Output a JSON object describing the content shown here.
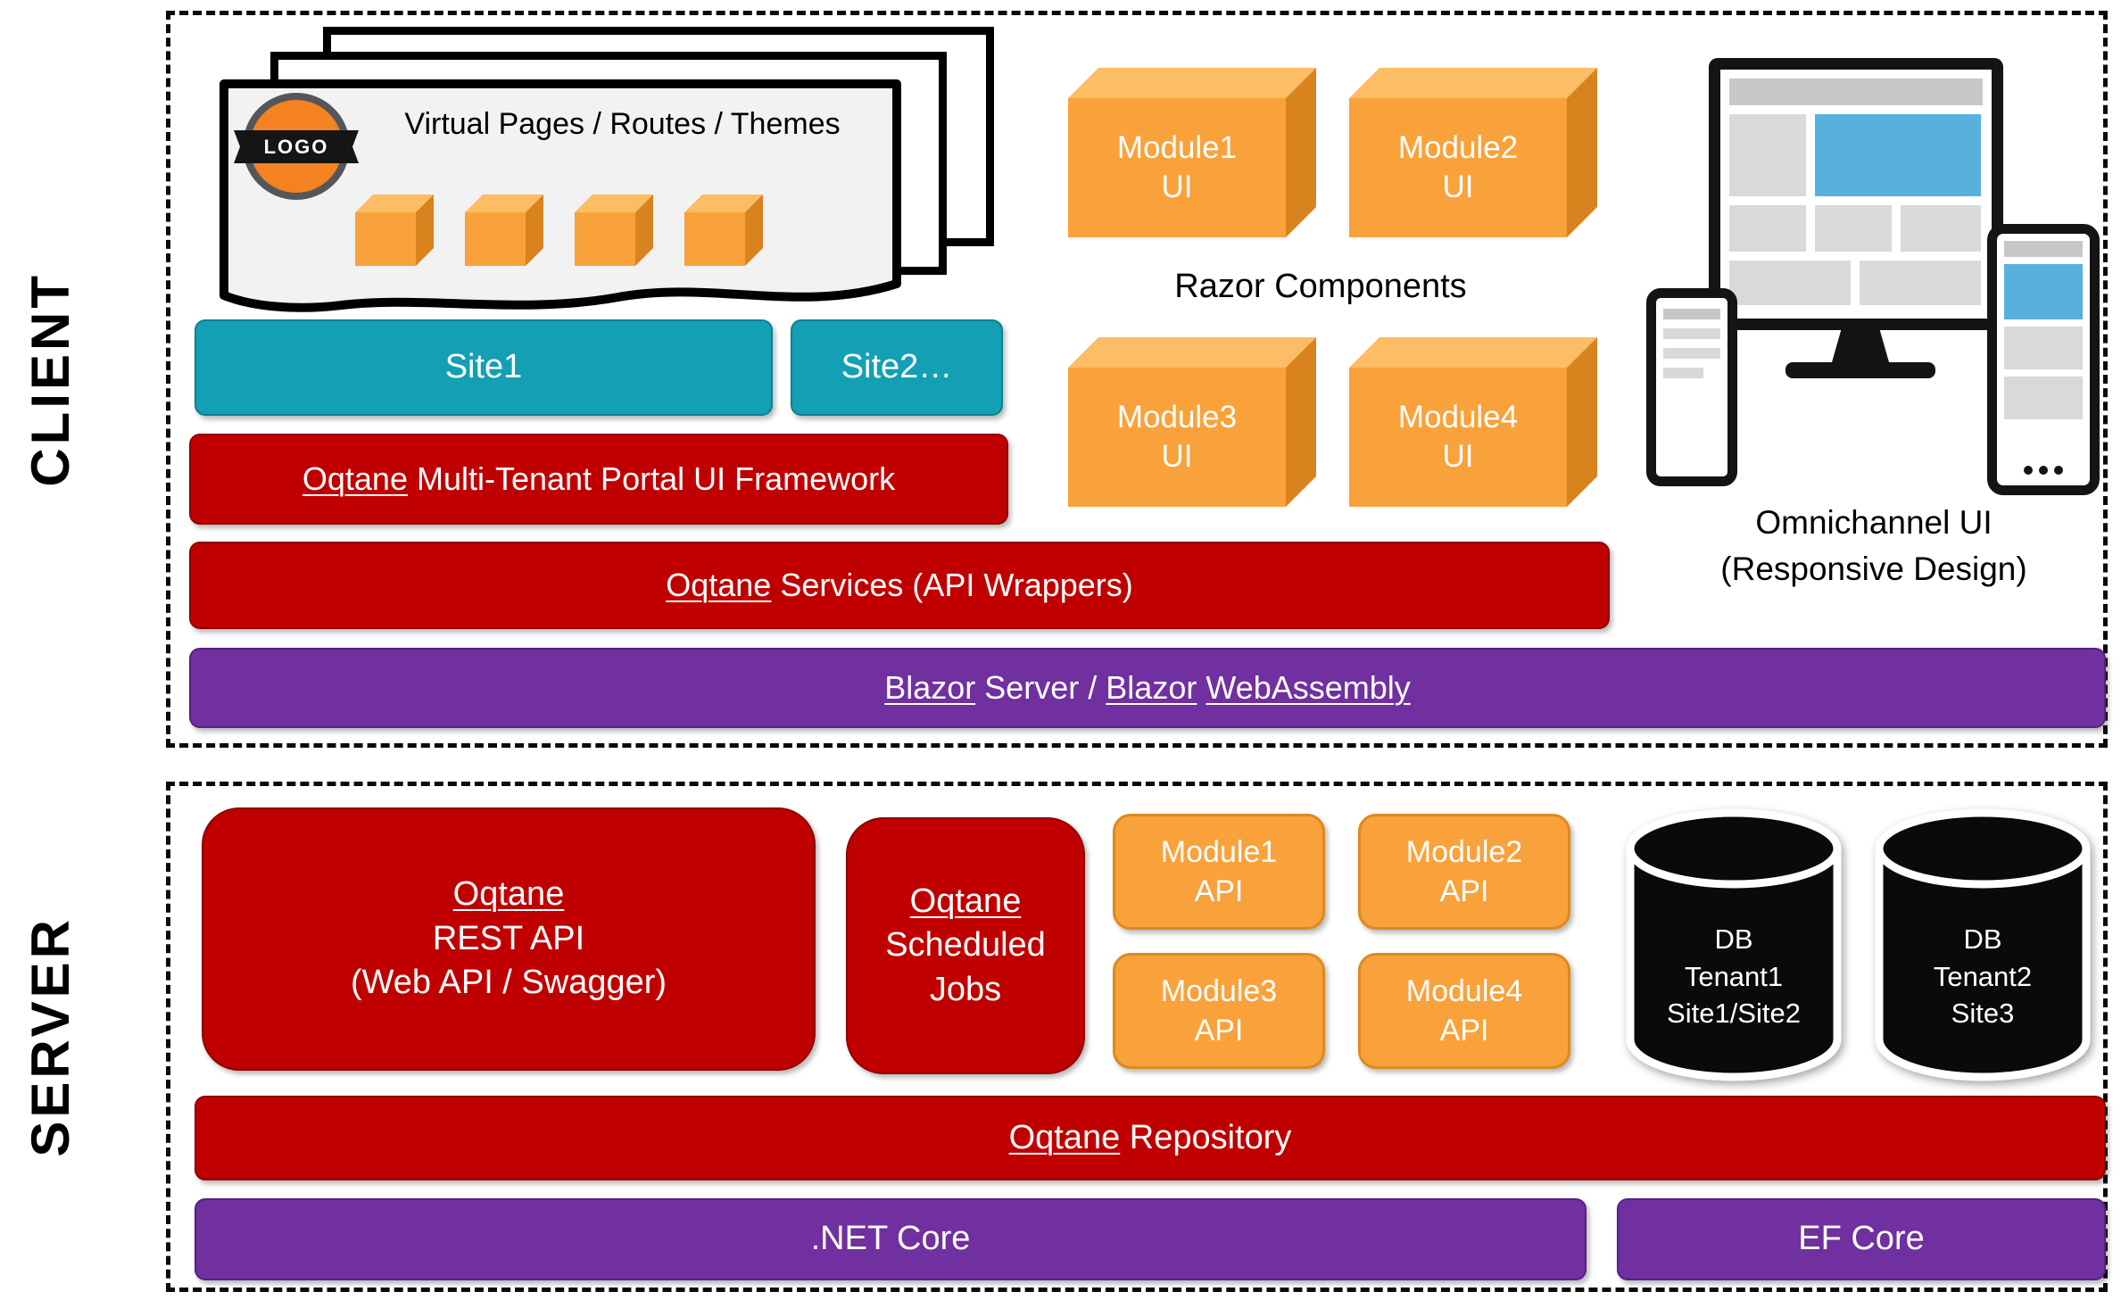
{
  "regions": {
    "client": "CLIENT",
    "server": "SERVER"
  },
  "client": {
    "virtual_pages": {
      "logo_text": "LOGO",
      "title": "Virtual Pages / Routes / Themes"
    },
    "site1_label": "Site1",
    "site2_label": "Site2…",
    "framework_segments": [
      {
        "t": "Oqtane",
        "u": true
      },
      {
        "t": " Multi-Tenant Portal UI Framework"
      }
    ],
    "services_segments": [
      {
        "t": "Oqtane",
        "u": true
      },
      {
        "t": " Services (API Wrappers)"
      }
    ],
    "blazor_segments": [
      {
        "t": "Blazor",
        "u": true
      },
      {
        "t": " Server / "
      },
      {
        "t": "Blazor",
        "u": true
      },
      {
        "t": " "
      },
      {
        "t": "WebAssembly",
        "u": true
      }
    ],
    "razor_components_label": "Razor Components",
    "module_ui": [
      "Module1\nUI",
      "Module2\nUI",
      "Module3\nUI",
      "Module4\nUI"
    ],
    "omnichannel": {
      "line1": "Omnichannel UI",
      "line2": "(Responsive Design)"
    }
  },
  "server": {
    "rest_api_segments": [
      {
        "t": "Oqtane",
        "u": true
      },
      {
        "t": "\nREST API\n(Web API / Swagger)"
      }
    ],
    "scheduled_jobs_segments": [
      {
        "t": "Oqtane",
        "u": true
      },
      {
        "t": "\nScheduled\nJobs"
      }
    ],
    "module_api": [
      "Module1\nAPI",
      "Module2\nAPI",
      "Module3\nAPI",
      "Module4\nAPI"
    ],
    "databases": [
      "DB\nTenant1\nSite1/Site2",
      "DB\nTenant2\nSite3"
    ],
    "repository_segments": [
      {
        "t": "Oqtane",
        "u": true
      },
      {
        "t": " Repository"
      }
    ],
    "dotnet_core_label": ".NET Core",
    "ef_core_label": "EF Core"
  },
  "colors": {
    "red": "#c00000",
    "purple": "#7030a0",
    "teal": "#14a0b4",
    "orange": "#f9a23b",
    "screen_blue": "#58b0dd",
    "db_black": "#0a0a0a"
  }
}
